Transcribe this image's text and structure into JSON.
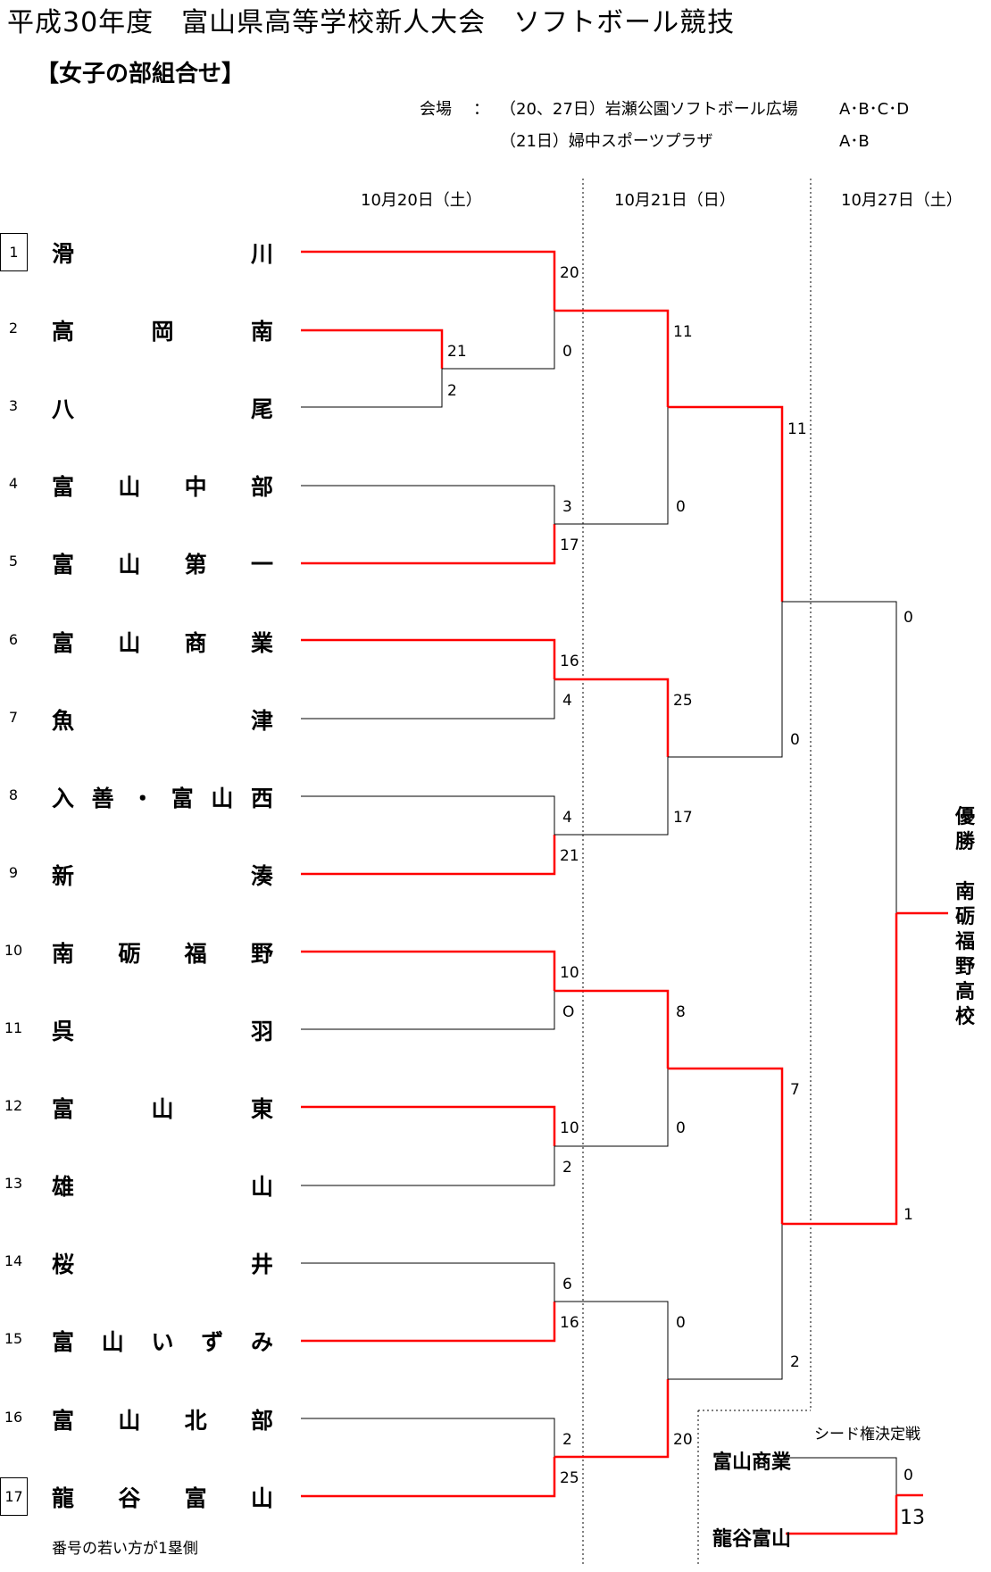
{
  "title": "平成30年度　富山県高等学校新人大会　ソフトボール競技",
  "subtitle": "【女子の部組合せ】",
  "venue": {
    "label": "会場",
    "colon": "：",
    "line1_days": "（20、27日）岩瀬公園ソフトボール広場",
    "line1_courts": "A･B･C･D",
    "line2_days": "（21日）婦中スポーツプラザ",
    "line2_courts": "A･B"
  },
  "dates": [
    "10月20日（土）",
    "10月21日（日）",
    "10月27日（土）"
  ],
  "teams": [
    {
      "no": "1",
      "chars": [
        "滑",
        "川"
      ]
    },
    {
      "no": "2",
      "chars": [
        "高",
        "岡",
        "南"
      ]
    },
    {
      "no": "3",
      "chars": [
        "八",
        "尾"
      ]
    },
    {
      "no": "4",
      "chars": [
        "富",
        "山",
        "中",
        "部"
      ]
    },
    {
      "no": "5",
      "chars": [
        "富",
        "山",
        "第",
        "一"
      ]
    },
    {
      "no": "6",
      "chars": [
        "富",
        "山",
        "商",
        "業"
      ]
    },
    {
      "no": "7",
      "chars": [
        "魚",
        "津"
      ]
    },
    {
      "no": "8",
      "chars": [
        "入",
        "善",
        "・",
        "富",
        "山",
        "西"
      ]
    },
    {
      "no": "9",
      "chars": [
        "新",
        "湊"
      ]
    },
    {
      "no": "10",
      "chars": [
        "南",
        "砺",
        "福",
        "野"
      ]
    },
    {
      "no": "11",
      "chars": [
        "呉",
        "羽"
      ]
    },
    {
      "no": "12",
      "chars": [
        "富",
        "山",
        "東"
      ]
    },
    {
      "no": "13",
      "chars": [
        "雄",
        "山"
      ]
    },
    {
      "no": "14",
      "chars": [
        "桜",
        "井"
      ]
    },
    {
      "no": "15",
      "chars": [
        "富",
        "山",
        "い",
        "ず",
        "み"
      ]
    },
    {
      "no": "16",
      "chars": [
        "富",
        "山",
        "北",
        "部"
      ]
    },
    {
      "no": "17",
      "chars": [
        "龍",
        "谷",
        "富",
        "山"
      ]
    }
  ],
  "scores": {
    "r1_2_3": [
      "21",
      "2"
    ],
    "r1_1_vs": [
      "20",
      "0"
    ],
    "r1_4_5": [
      "3",
      "17"
    ],
    "r1_6_7": [
      "16",
      "4"
    ],
    "r1_8_9": [
      "4",
      "21"
    ],
    "r1_10_11": [
      "10",
      "O"
    ],
    "r1_12_13": [
      "10",
      "2"
    ],
    "r1_14_15": [
      "6",
      "16"
    ],
    "r1_16_17": [
      "2",
      "25"
    ],
    "r2_a": [
      "11",
      "0"
    ],
    "r2_b": [
      "25",
      "17"
    ],
    "r2_c": [
      "8",
      "0"
    ],
    "r2_d": [
      "0",
      "20"
    ],
    "sf_top": [
      "11",
      "0"
    ],
    "sf_bot": [
      "7",
      "2"
    ],
    "final": [
      "0",
      "1"
    ]
  },
  "champion": {
    "label_chars": [
      "優",
      "勝"
    ],
    "team_chars": [
      "南",
      "砺",
      "福",
      "野",
      "高",
      "校"
    ]
  },
  "seed_playoff": {
    "title": "シード権決定戦",
    "team1": "富山商業",
    "team2": "龍谷富山",
    "score1": "0",
    "score2": "13"
  },
  "note": "番号の若い方が1塁側",
  "colors": {
    "winner_line": "#ff0000",
    "loser_line": "#000000"
  }
}
